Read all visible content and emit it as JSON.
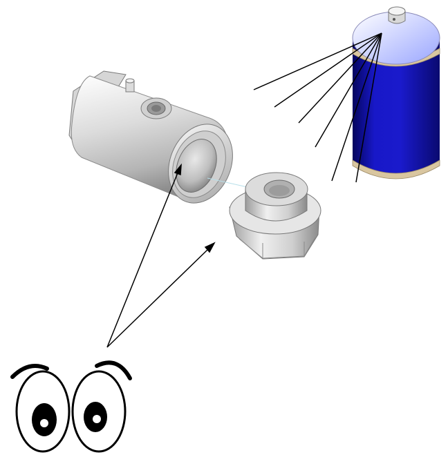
{
  "figure": {
    "parts": [
      {
        "name": "valve-body",
        "icon": "cylindrical-housing"
      },
      {
        "name": "threaded-fitting",
        "icon": "hex-nut-fitting"
      },
      {
        "name": "spray-can",
        "icon": "aerosol-can"
      },
      {
        "name": "observer-eyes",
        "icon": "cartoon-eyes"
      }
    ],
    "spray_line_count": 6,
    "sight_line_count": 2,
    "colors": {
      "metal_light": "#f4f4f4",
      "metal_mid": "#c9c9c9",
      "metal_dark": "#8f8f8f",
      "can_blue": "#1a1acc",
      "can_dark": "#0a0a7a",
      "can_rim": "#d9c6a0",
      "line": "#000000"
    }
  }
}
